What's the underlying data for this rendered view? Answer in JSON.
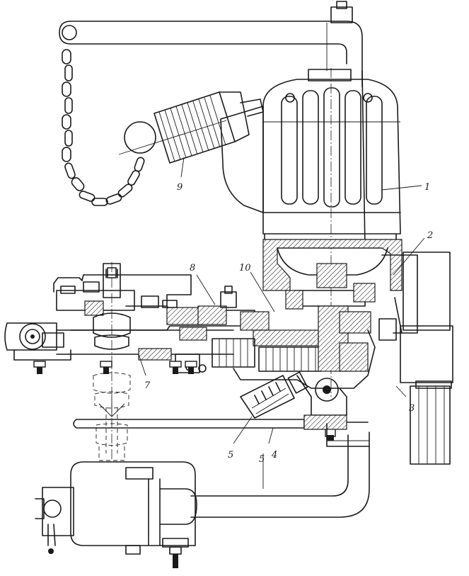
{
  "callouts": {
    "c1": "1",
    "c2": "2",
    "c3": "3",
    "c4": "4",
    "c5a": "5",
    "c5b": "5",
    "c7": "7",
    "c8": "8",
    "c9": "9",
    "c10": "10"
  }
}
